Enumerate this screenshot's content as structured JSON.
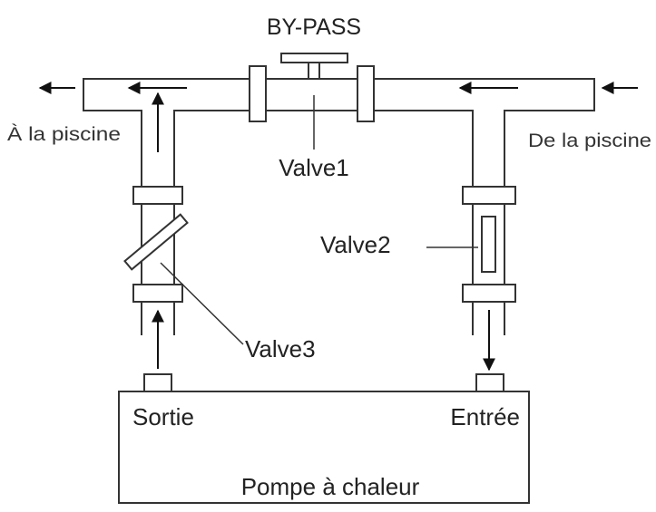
{
  "title": "BY-PASS",
  "labels": {
    "to_pool": "À la piscine",
    "from_pool": "De la piscine",
    "valve1": "Valve1",
    "valve2": "Valve2",
    "valve3": "Valve3",
    "outlet": "Sortie",
    "inlet": "Entrée",
    "heat_pump": "Pompe à chaleur"
  },
  "colors": {
    "stroke": "#333333",
    "text": "#222222",
    "background": "#ffffff"
  },
  "flow_arrows": [
    {
      "id": "exit-left",
      "direction": "left"
    },
    {
      "id": "pipe-left",
      "direction": "left"
    },
    {
      "id": "pipe-right",
      "direction": "left"
    },
    {
      "id": "entry-right",
      "direction": "left"
    },
    {
      "id": "riser-left",
      "direction": "up"
    },
    {
      "id": "pump-outlet",
      "direction": "up"
    },
    {
      "id": "pump-inlet",
      "direction": "down"
    }
  ]
}
